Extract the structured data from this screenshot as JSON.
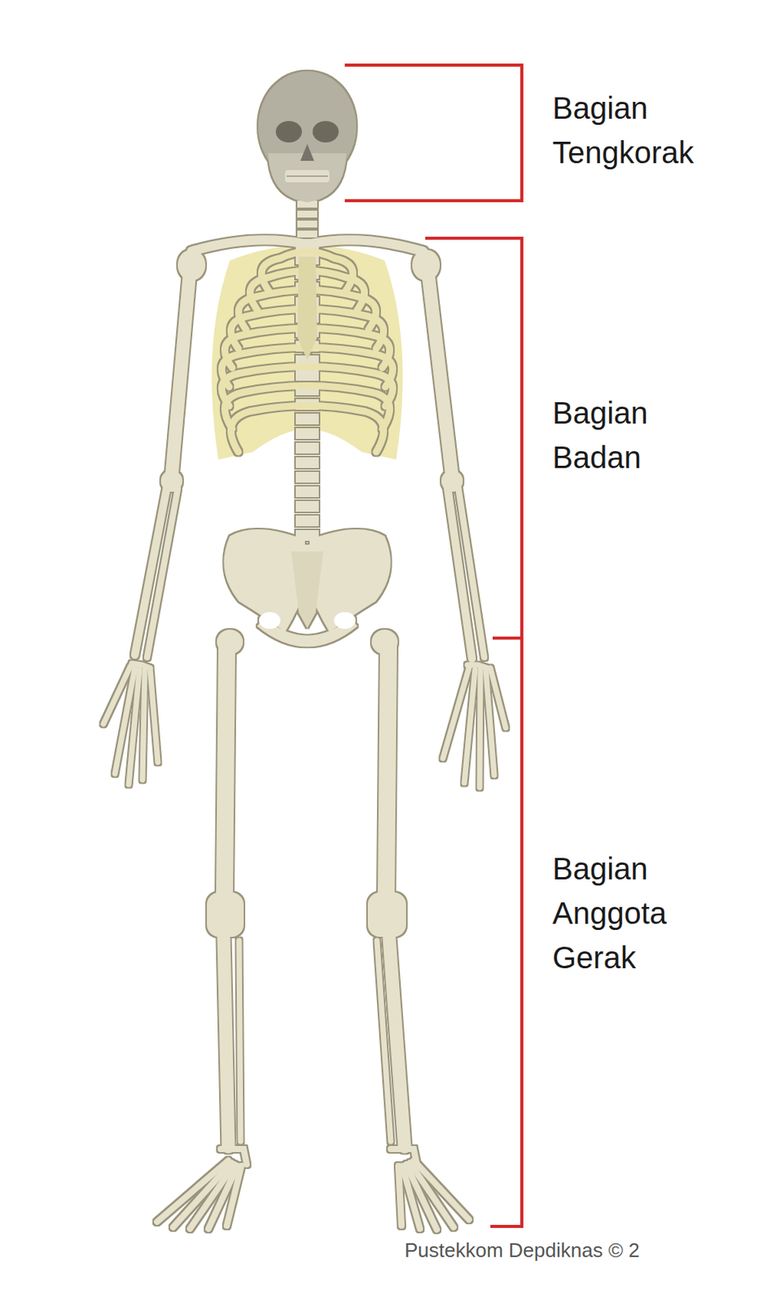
{
  "diagram": {
    "labels": [
      "Bagian Tengkorak",
      "Bagian Badan",
      "Bagian Anggota Gerak",
      "Pustekkom Depdiknas © 2"
    ]
  }
}
